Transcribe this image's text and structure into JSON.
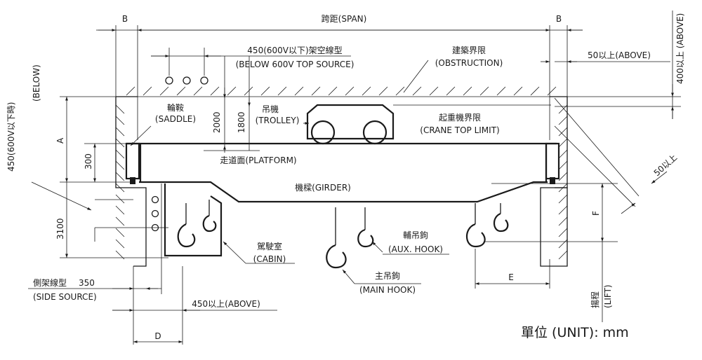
{
  "diagram": {
    "span": "跨距(SPAN)",
    "b_left": "B",
    "b_right": "B",
    "top_source_cn": "450(600V以下)架空線型",
    "top_source_en": "(BELOW 600V TOP SOURCE)",
    "obstruction_cn": "建築界限",
    "obstruction_en": "(OBSTRUCTION)",
    "above50": "50以上(ABOVE)",
    "above400": "400以上 (ABOVE)",
    "below": "(BELOW)",
    "below450": "450(600V以下時)",
    "saddle_cn": "輪鞍",
    "saddle_en": "(SADDLE)",
    "dim2000": "2000",
    "dim1800": "1800",
    "trolley_cn": "吊機",
    "trolley_en": "(TROLLEY)",
    "crane_limit_cn": "起重機界限",
    "crane_limit_en": "(CRANE TOP LIMIT)",
    "platform": "走道面(PLATFORM)",
    "dim_a": "A",
    "dim300": "300",
    "dim3100": "3100",
    "girder": "機樑(GIRDER)",
    "cabin_cn": "駕駛室",
    "cabin_en": "(CABIN)",
    "aux_hook_cn": "輔吊鉤",
    "aux_hook_en": "(AUX. HOOK)",
    "main_hook_cn": "主吊鉤",
    "main_hook_en": "(MAIN HOOK)",
    "dim_f": "F",
    "dim_e": "E",
    "diag50": "50以上",
    "lift_cn": "揚程",
    "lift_en": "(LIFT)",
    "side_source_cn": "側架線型",
    "side_source_val": "350",
    "side_source_en": "(SIDE SOURCE)",
    "above450": "450以上(ABOVE)",
    "dim_d": "D",
    "unit": "單位  (UNIT): mm"
  }
}
